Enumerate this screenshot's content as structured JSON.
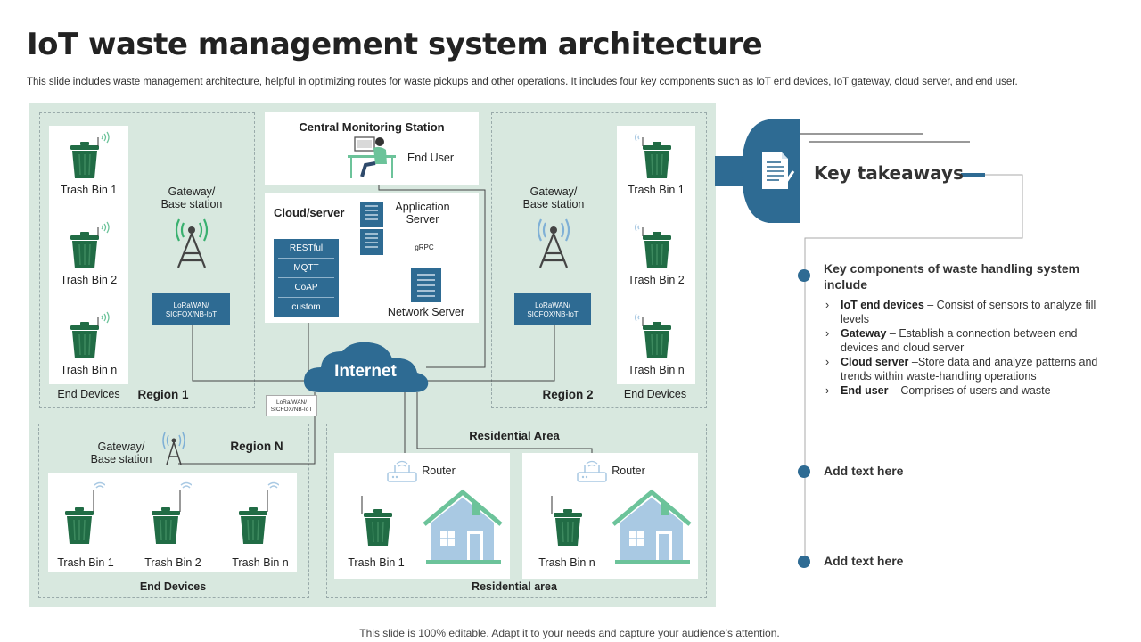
{
  "slide": {
    "title": "IoT waste management system architecture",
    "subtitle": "This slide includes waste management architecture, helpful in optimizing routes for waste pickups and other operations. It includes four key components such as IoT end devices, IoT gateway, cloud server, and end user.",
    "footer": "This slide is 100% editable. Adapt it to your needs and capture your audience’s attention."
  },
  "colors": {
    "accent": "#2e6b93",
    "bin": "#216c45",
    "panel": "#d8e8df",
    "house": "#a9c9e3",
    "house_roof": "#6cc39a"
  },
  "region1": {
    "bins": [
      "Trash Bin 1",
      "Trash Bin 2",
      "Trash Bin n"
    ],
    "end_devices": "End Devices",
    "gateway": "Gateway/\nBase station",
    "proto": "LoRaWAN/\nSICFOX/NB-IoT",
    "name": "Region 1"
  },
  "region2": {
    "bins": [
      "Trash Bin 1",
      "Trash Bin 2",
      "Trash Bin n"
    ],
    "end_devices": "End Devices",
    "gateway": "Gateway/\nBase station",
    "proto": "LoRaWAN/\nSICFOX/NB-IoT",
    "name": "Region 2"
  },
  "regionN": {
    "bins": [
      "Trash Bin 1",
      "Trash Bin 2",
      "Trash Bin n"
    ],
    "end_devices": "End Devices",
    "gateway": "Gateway/\nBase station",
    "name": "Region N",
    "proto": "LoRa/WAN/\nSICFOX/NB-IoT"
  },
  "monitoring": {
    "title": "Central Monitoring  Station",
    "end_user": "End User"
  },
  "cloud": {
    "title": "Cloud/server",
    "protocols": [
      "RESTful",
      "MQTT",
      "CoAP",
      "custom"
    ],
    "app_server": "Application\nServer",
    "grpc": "gRPC",
    "network_server": "Network Server"
  },
  "internet": "Internet",
  "residential": {
    "top_label": "Residential Area",
    "bottom_label": "Residential area",
    "router1": "Router",
    "router2": "Router",
    "bin1": "Trash Bin 1",
    "bin2": "Trash Bin n"
  },
  "takeaways": {
    "title": "Key takeaways",
    "heading": "Key components of waste handling system include",
    "items": [
      {
        "bold": "IoT end devices",
        "text": " – Consist of sensors to analyze fill levels"
      },
      {
        "bold": "Gateway",
        "text": " – Establish a connection between end devices and cloud server"
      },
      {
        "bold": "Cloud server",
        "text": " –Store data and analyze patterns and trends within waste-handling operations"
      },
      {
        "bold": "End user",
        "text": " – Comprises of users and waste"
      }
    ],
    "add1": "Add text here",
    "add2": "Add text here"
  }
}
